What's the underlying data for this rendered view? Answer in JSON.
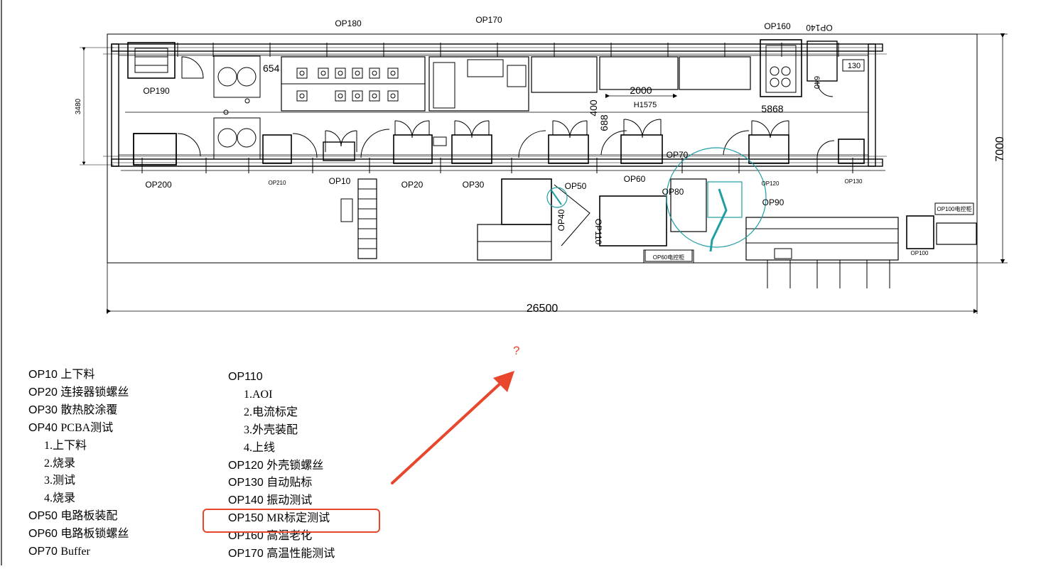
{
  "stations": {
    "op180": "OP180",
    "op170": "OP170",
    "op160": "OP160",
    "op140": "OP140",
    "op190": "OP190",
    "op200": "OP200",
    "op210": "OP210",
    "op10": "OP10",
    "op20": "OP20",
    "op30": "OP30",
    "op50": "OP50",
    "op40": "OP40",
    "op60": "OP60",
    "op70": "OP70",
    "op80": "OP80",
    "op110": "OP110",
    "op120": "OP120",
    "op90": "OP90",
    "op130": "OP130",
    "op100": "OP100"
  },
  "cabinets": {
    "op100_cabinet": "OP100电控柜",
    "op60_cabinet": "OP60电控柜"
  },
  "dimensions": {
    "width_total": "26500",
    "height_total": "7000",
    "left_height": "3480",
    "d654": "654",
    "d2000": "2000",
    "h1575": "H1575",
    "d400": "400",
    "d688": "688",
    "d5868": "5868",
    "d130": "130",
    "d640": "640"
  },
  "question_mark": "?",
  "legend_left": [
    {
      "code": "OP10",
      "desc": "上下料"
    },
    {
      "code": "OP20",
      "desc": "连接器锁螺丝"
    },
    {
      "code": "OP30",
      "desc": "散热胶涂覆"
    },
    {
      "code": "OP40",
      "desc": "PCBA测试"
    },
    {
      "sub": "1.上下料"
    },
    {
      "sub": "2.烧录"
    },
    {
      "sub": "3.测试"
    },
    {
      "sub": "4.烧录"
    },
    {
      "code": "OP50",
      "desc": "电路板装配"
    },
    {
      "code": "OP60",
      "desc": "电路板锁螺丝"
    },
    {
      "code": "OP70",
      "desc": "Buffer"
    }
  ],
  "legend_right": [
    {
      "code": "OP110",
      "desc": ""
    },
    {
      "sub": "1.AOI"
    },
    {
      "sub": "2.电流标定"
    },
    {
      "sub": "3.外壳装配"
    },
    {
      "sub": "4.上线"
    },
    {
      "code": "OP120",
      "desc": "外壳锁螺丝"
    },
    {
      "code": "OP130",
      "desc": "自动贴标"
    },
    {
      "code": "OP140",
      "desc": "振动测试"
    },
    {
      "code": "OP150",
      "desc": "MR标定测试"
    },
    {
      "code": "OP160",
      "desc": "高温老化"
    },
    {
      "code": "OP170",
      "desc": "高温性能测试"
    }
  ],
  "colors": {
    "annotation_red": "#e8472e",
    "robot_teal": "#1f9ea4",
    "line_black": "#000000"
  }
}
